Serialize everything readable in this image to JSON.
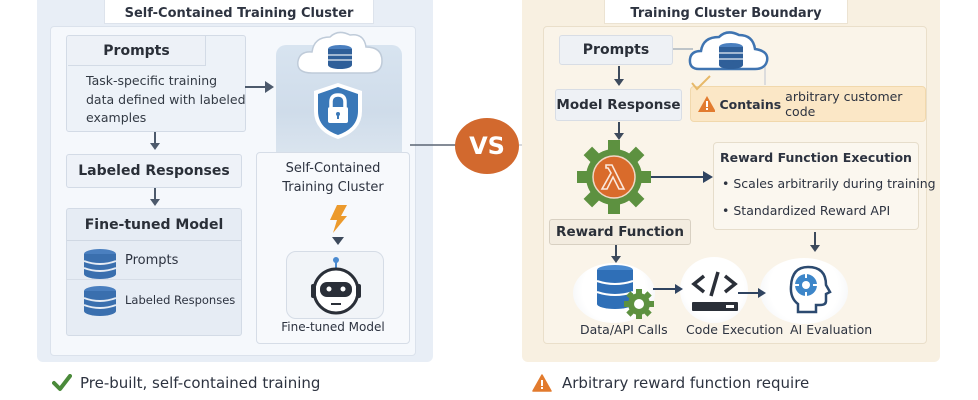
{
  "left": {
    "title": "Self-Contained Training Cluster",
    "prompts": {
      "title": "Prompts",
      "description": "Task-specific training data defined with labeled examples"
    },
    "labeled_responses": "Labeled Responses",
    "fine_tuned_model": {
      "title": "Fine-tuned Model",
      "items": [
        {
          "icon": "database-icon",
          "label": "Prompts"
        },
        {
          "icon": "database-icon",
          "label": "Labeled Responses"
        }
      ]
    },
    "cluster": {
      "label": "Self-Contained Training Cluster",
      "output_label": "Fine-tuned Model",
      "icons": [
        "cloud-database-icon",
        "shield-lock-icon",
        "lightning-icon",
        "robot-icon"
      ]
    },
    "footer": {
      "icon": "checkmark-icon",
      "text": "Pre-built, self-contained training"
    }
  },
  "vs": {
    "label": "VS"
  },
  "right": {
    "title": "Training Cluster Boundary",
    "prompts": "Prompts",
    "model_response": "Model Response",
    "warning": {
      "bold": "Contains",
      "text": "arbitrary customer code"
    },
    "reward_function": "Reward Function",
    "execution": {
      "title": "Reward Function Execution",
      "bullets": [
        "Scales arbitrarily during training",
        "Standardized Reward API"
      ]
    },
    "steps": [
      {
        "icon": "database-gear-icon",
        "label": "Data/API Calls"
      },
      {
        "icon": "code-icon",
        "label": "Code Execution"
      },
      {
        "icon": "ai-head-icon",
        "label": "AI Evaluation"
      }
    ],
    "footer": {
      "icon": "warning-icon",
      "text": "Arbitrary reward function require"
    }
  },
  "colors": {
    "left_bg": "#e8eef6",
    "right_bg": "#f8f0e1",
    "vs_orange": "#d2692e",
    "lambda_orange": "#d96b2b",
    "gear_green": "#5d9140",
    "db_blue": "#3a6fae",
    "check_green": "#4a8a3a",
    "warn_orange": "#e27b2e"
  }
}
